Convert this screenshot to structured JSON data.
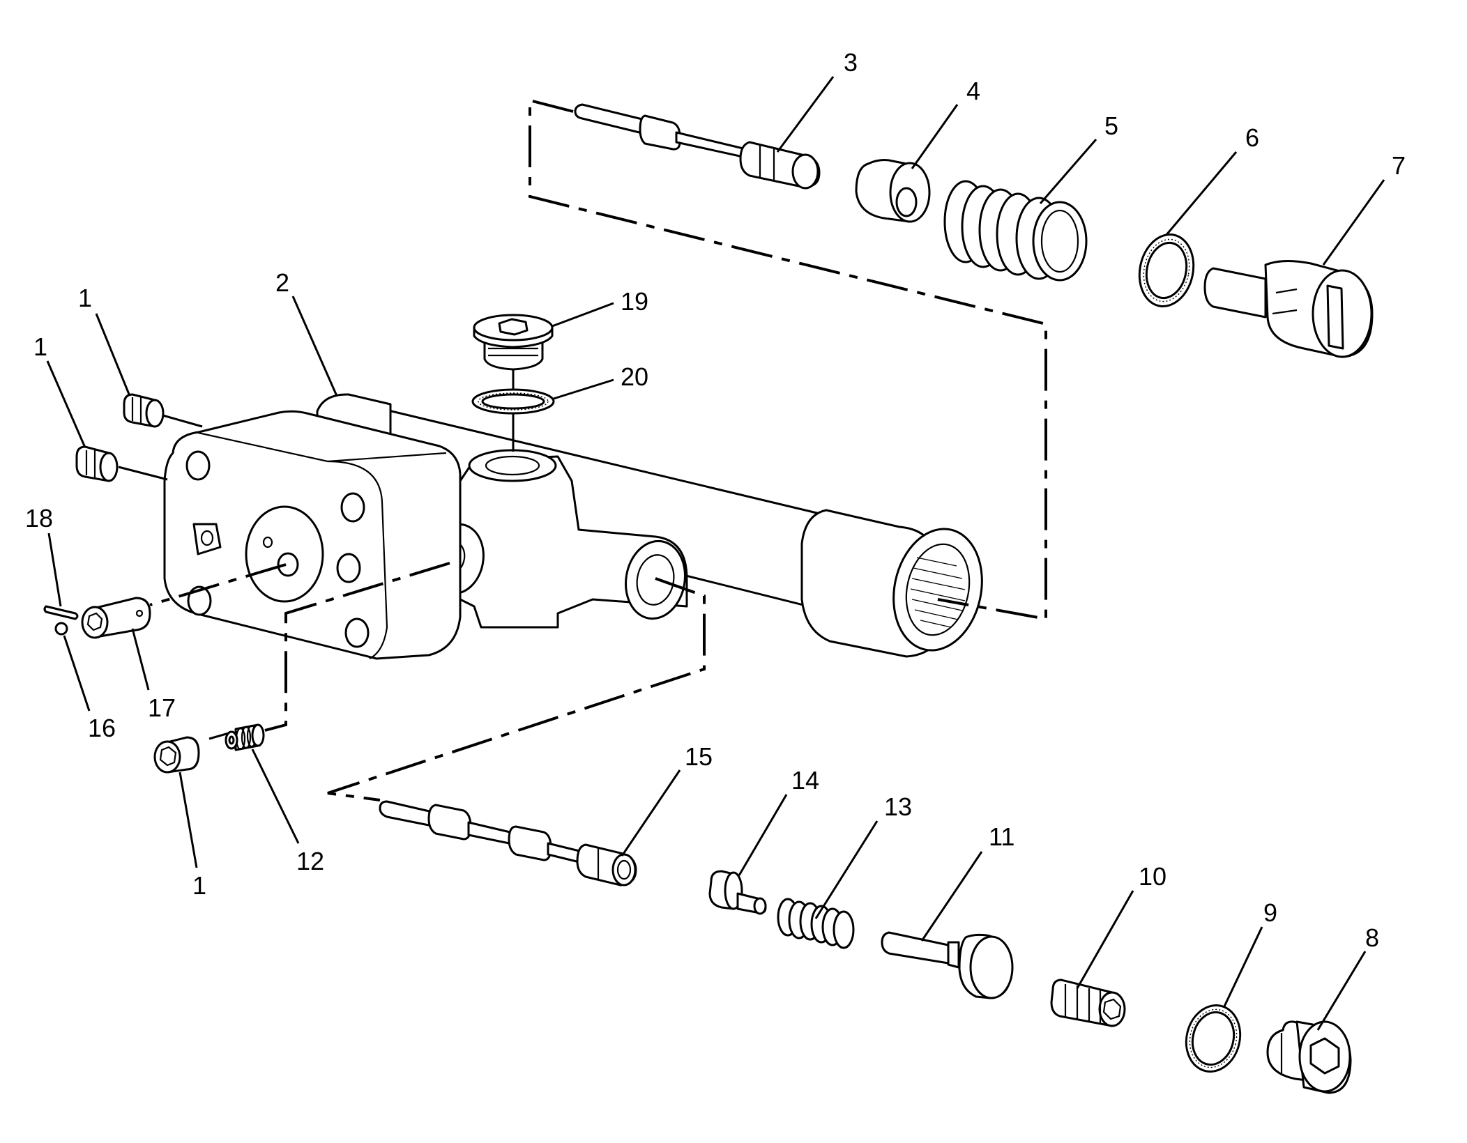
{
  "callouts": [
    {
      "id": "c3",
      "text": "3"
    },
    {
      "id": "c4",
      "text": "4"
    },
    {
      "id": "c5",
      "text": "5"
    },
    {
      "id": "c6",
      "text": "6"
    },
    {
      "id": "c7",
      "text": "7"
    },
    {
      "id": "c2",
      "text": "2"
    },
    {
      "id": "c19",
      "text": "19"
    },
    {
      "id": "c20",
      "text": "20"
    },
    {
      "id": "c1a",
      "text": "1"
    },
    {
      "id": "c1b",
      "text": "1"
    },
    {
      "id": "c18",
      "text": "18"
    },
    {
      "id": "c17",
      "text": "17"
    },
    {
      "id": "c16",
      "text": "16"
    },
    {
      "id": "c15",
      "text": "15"
    },
    {
      "id": "c14",
      "text": "14"
    },
    {
      "id": "c13",
      "text": "13"
    },
    {
      "id": "c11",
      "text": "11"
    },
    {
      "id": "c10",
      "text": "10"
    },
    {
      "id": "c9",
      "text": "9"
    },
    {
      "id": "c8",
      "text": "8"
    },
    {
      "id": "c1c",
      "text": "1"
    },
    {
      "id": "c12",
      "text": "12"
    }
  ]
}
